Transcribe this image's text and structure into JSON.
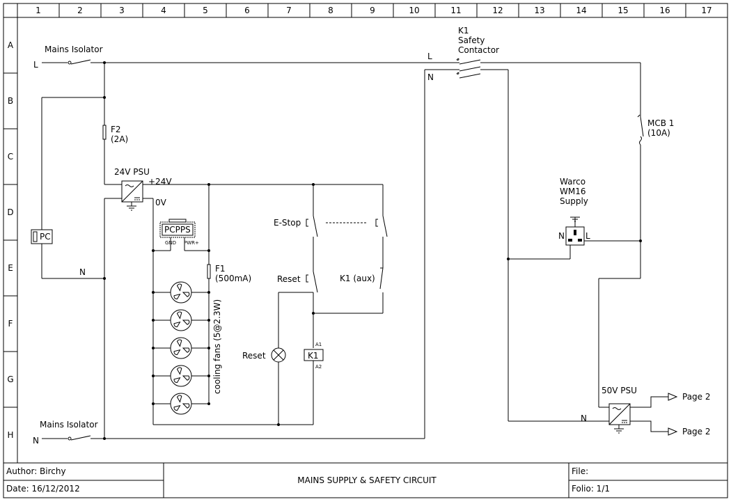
{
  "grid": {
    "columns": [
      "1",
      "2",
      "3",
      "4",
      "5",
      "6",
      "7",
      "8",
      "9",
      "10",
      "11",
      "12",
      "13",
      "14",
      "15",
      "16",
      "17"
    ],
    "rows": [
      "A",
      "B",
      "C",
      "D",
      "E",
      "F",
      "G",
      "H"
    ]
  },
  "labels": {
    "mains_isolator_top": "Mains Isolator",
    "mains_isolator_bottom": "Mains Isolator",
    "line_L": "L",
    "line_N": "N",
    "k1_L": "L",
    "k1_N": "N",
    "k1_ref": "K1",
    "k1_line2": "Safety",
    "k1_line3": "Contactor",
    "f2_ref": "F2",
    "f2_rating": "(2A)",
    "psu24_label": "24V PSU",
    "plus24v": "+24V",
    "zero_v": "0V",
    "pc": "PC",
    "pc_neutral": "N",
    "pcpps": "PCPPS",
    "pcpps_gnd": "GND",
    "pcpps_pwr": "PWR+",
    "f1_ref": "F1",
    "f1_rating": "(500mA)",
    "cooling_fans": "cooling fans (5@2.3W)",
    "estop": "E-Stop",
    "reset_switch": "Reset",
    "k1_aux": "K1 (aux)",
    "reset_lamp": "Reset",
    "k1_coil": "K1",
    "a1": "A1",
    "a2": "A2",
    "mcb_ref": "MCB 1",
    "mcb_rating": "(10A)",
    "socket_line1": "Warco",
    "socket_line2": "WM16",
    "socket_line3": "Supply",
    "socket_N": "N",
    "socket_L": "L",
    "psu50_label": "50V PSU",
    "psu50_N": "N",
    "page_ref_1": "Page 2",
    "page_ref_2": "Page 2"
  },
  "title_block": {
    "author": "Author: Birchy",
    "date": "Date: 16/12/2012",
    "title": "MAINS SUPPLY & SAFETY CIRCUIT",
    "file": "File:",
    "folio": "Folio: 1/1"
  }
}
